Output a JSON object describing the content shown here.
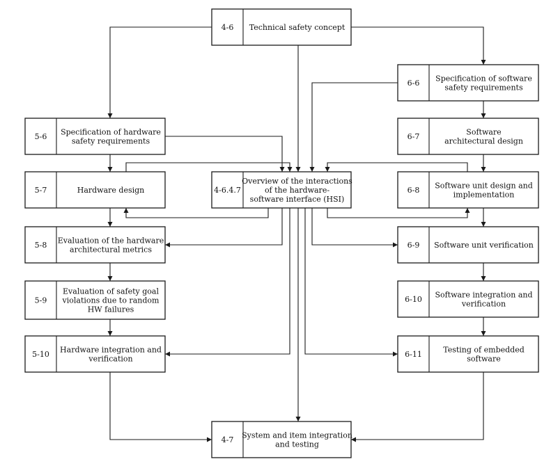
{
  "boxes": [
    {
      "id": "b46",
      "code": "4-6",
      "title": "Technical safety concept"
    },
    {
      "id": "b66",
      "code": "6-6",
      "title": "Specification of software safety requirements"
    },
    {
      "id": "b56",
      "code": "5-6",
      "title": "Specification of hardware safety requirements"
    },
    {
      "id": "b67",
      "code": "6-7",
      "title": "Software architectural design"
    },
    {
      "id": "b57",
      "code": "5-7",
      "title": "Hardware design"
    },
    {
      "id": "bhsi",
      "code": "4-6.4.7",
      "title": "Overview of the interactions of the hardware-software interface (HSI)"
    },
    {
      "id": "b68",
      "code": "6-8",
      "title": "Software unit design and implementation"
    },
    {
      "id": "b58",
      "code": "5-8",
      "title": "Evaluation of the hardware architectural metrics"
    },
    {
      "id": "b69",
      "code": "6-9",
      "title": "Software unit verification"
    },
    {
      "id": "b59",
      "code": "5-9",
      "title": "Evaluation of safety goal violations due to random HW failures"
    },
    {
      "id": "b610",
      "code": "6-10",
      "title": "Software integration and verification"
    },
    {
      "id": "b510",
      "code": "5-10",
      "title": "Hardware integration and verification"
    },
    {
      "id": "b611",
      "code": "6-11",
      "title": "Testing of embedded software"
    },
    {
      "id": "b47",
      "code": "4-7",
      "title": "System and item integration and testing"
    }
  ]
}
